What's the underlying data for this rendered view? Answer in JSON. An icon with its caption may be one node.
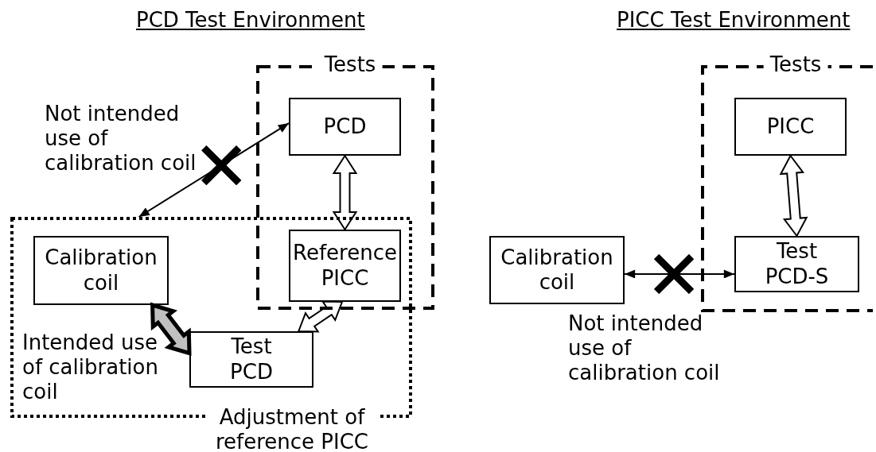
{
  "diagram": {
    "nodes": [
      {
        "text": [
          "Tests"
        ]
      },
      {
        "text": [
          "PCD"
        ],
        "in": 0
      },
      {
        "text": [
          "Reference PICC"
        ]
      },
      {
        "text": [
          "Adjustment of reference PICC"
        ]
      },
      {
        "text": [
          "Calibration coil"
        ],
        "in": 3
      },
      {
        "text": [
          "Test PCD"
        ],
        "in": 3
      },
      {
        "text": [
          "Tests"
        ]
      },
      {
        "text": [
          "PICC"
        ],
        "in": 6
      },
      {
        "text": [
          "Test PCD-S"
        ],
        "in": 6
      },
      {
        "text": [
          "Calibration coil"
        ]
      }
    ],
    "edges": [
      {
        "from": 1,
        "to": 3,
        "arrow": "both"
      },
      {
        "from": 1,
        "to": 2,
        "arrow": "both",
        "style": "thick"
      },
      {
        "from": 4,
        "to": 5,
        "arrow": "both",
        "style": "thick",
        "color": "#c0c0c0"
      },
      {
        "from": 5,
        "to": 2,
        "arrow": "both",
        "style": "thick"
      },
      {
        "from": 7,
        "to": 8,
        "arrow": "both",
        "style": "thick"
      },
      {
        "from": 9,
        "to": 8,
        "arrow": "both"
      }
    ],
    "labels": [
      "PCD Test Environment",
      "PICC Test Environment",
      "Not intended use of calibration coil",
      "Intended use of calibration coil",
      "Not intended use of calibration coil"
    ]
  }
}
